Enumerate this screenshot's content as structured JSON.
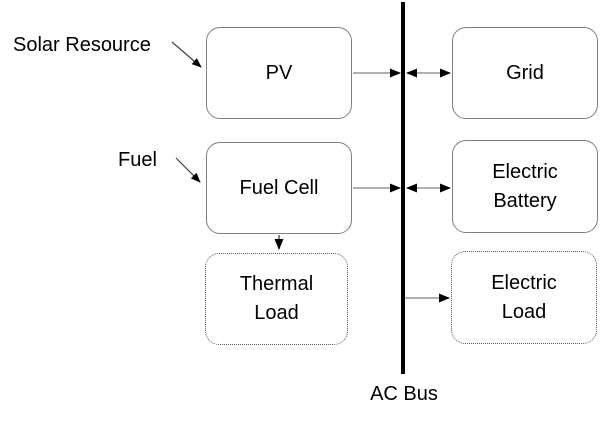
{
  "diagram": {
    "annotations": {
      "solar_resource": "Solar Resource",
      "fuel": "Fuel",
      "ac_bus": "AC Bus"
    },
    "nodes": [
      {
        "id": "pv",
        "label": "PV",
        "border": "solid"
      },
      {
        "id": "grid",
        "label": "Grid",
        "border": "solid"
      },
      {
        "id": "fuel-cell",
        "label": "Fuel Cell",
        "border": "solid"
      },
      {
        "id": "electric-battery",
        "label": "Electric Battery",
        "border": "solid"
      },
      {
        "id": "thermal-load",
        "label": "Thermal Load",
        "border": "dotted"
      },
      {
        "id": "electric-load",
        "label": "Electric Load",
        "border": "dotted"
      }
    ],
    "edges": [
      {
        "from": "solar-resource-label",
        "to": "pv",
        "arrow": "single"
      },
      {
        "from": "fuel-label",
        "to": "fuel-cell",
        "arrow": "single"
      },
      {
        "from": "pv",
        "to": "ac-bus",
        "arrow": "single"
      },
      {
        "from": "ac-bus",
        "to": "grid",
        "arrow": "double"
      },
      {
        "from": "fuel-cell",
        "to": "ac-bus",
        "arrow": "single"
      },
      {
        "from": "ac-bus",
        "to": "electric-battery",
        "arrow": "double"
      },
      {
        "from": "ac-bus",
        "to": "electric-load",
        "arrow": "single"
      },
      {
        "from": "fuel-cell",
        "to": "thermal-load",
        "arrow": "single"
      }
    ],
    "colors": {
      "background": "#ffffff",
      "box_border": "#7f7f7f",
      "dotted_border": "#595959",
      "connector": "#808080",
      "annotation_arrow": "#404040",
      "arrowhead": "#000000",
      "bus": "#000000",
      "text": "#000000"
    }
  }
}
